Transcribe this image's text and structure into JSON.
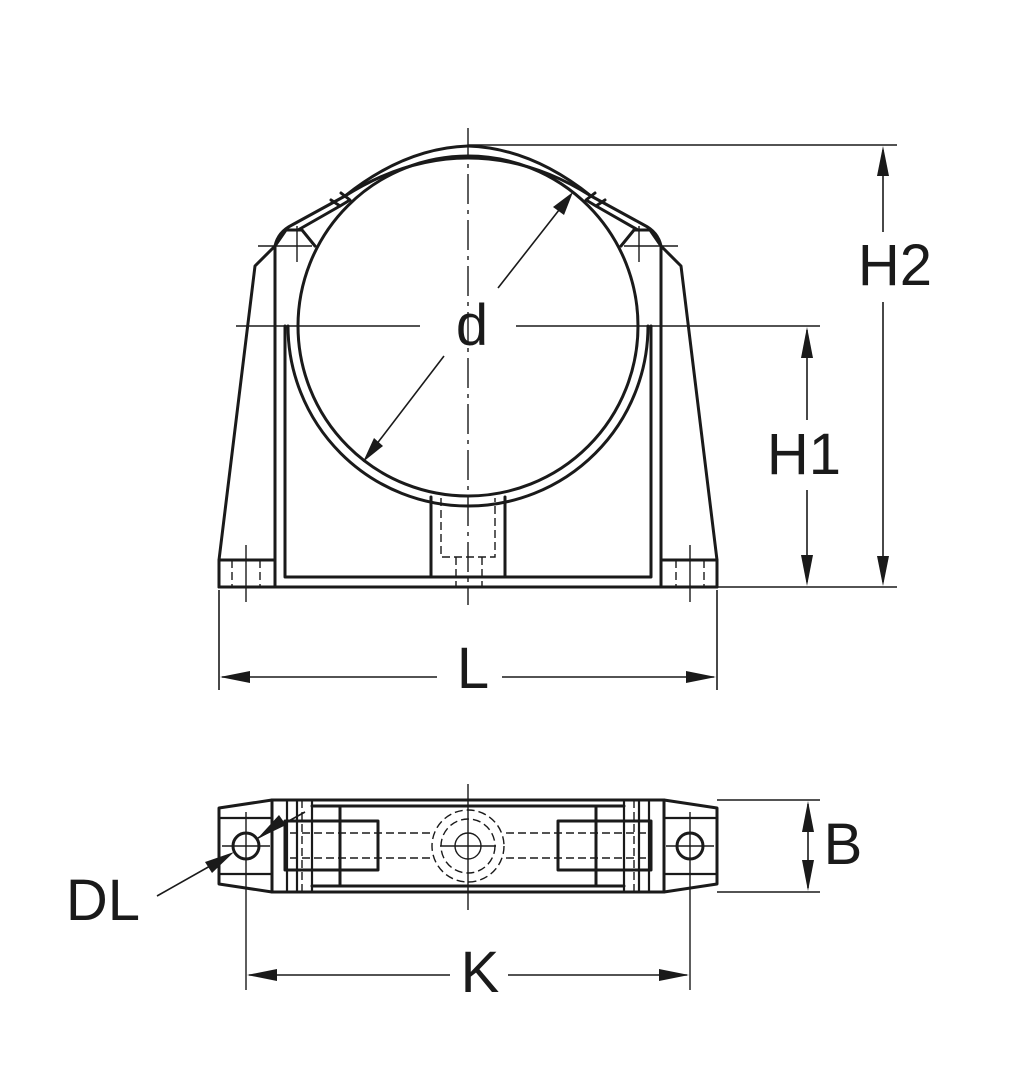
{
  "drawing": {
    "title": "Pipe clamp technical drawing",
    "views": [
      "front-view",
      "top-view"
    ],
    "line_color": "#1a1a1a",
    "background": "#ffffff"
  },
  "labels": {
    "diameter": "d",
    "height_center": "H1",
    "height_total": "H2",
    "length": "L",
    "width": "B",
    "hole_spacing": "K",
    "hole_diameter": "DL"
  }
}
